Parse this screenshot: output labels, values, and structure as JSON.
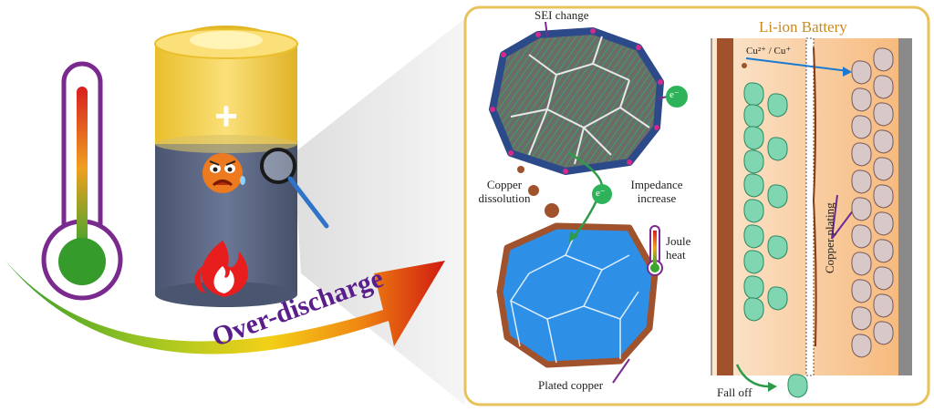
{
  "left_panel": {
    "plus_symbol": "+",
    "arrow_label": "Over-discharge",
    "icons": [
      "thermometer-icon",
      "battery-icon",
      "sad-face-icon",
      "magnifier-icon",
      "flame-icon"
    ]
  },
  "detail_panel": {
    "particle_labels": {
      "sei_change": "SEI change",
      "copper_dissolution_1": "Copper",
      "copper_dissolution_2": "dissolution",
      "impedance_1": "Impedance",
      "impedance_2": "increase",
      "joule_1": "Joule",
      "joule_2": "heat",
      "plated_copper": "Plated copper",
      "electron_1": "e⁻",
      "electron_2": "e⁻"
    },
    "battery": {
      "title": "Li-ion Battery",
      "ion_label": "Cu²⁺ / Cu⁺",
      "copper_plating": "Copper plating",
      "fall_off": "Fall off"
    }
  },
  "colors": {
    "panel_border": "#e8c25a",
    "battery_yellow": "#f6d24a",
    "battery_blue": "#55627e",
    "copper": "#a0522d",
    "graphite_border": "#2c4a8a",
    "crystal_blue": "#2e8fe6",
    "title_gold": "#c98a1d"
  }
}
